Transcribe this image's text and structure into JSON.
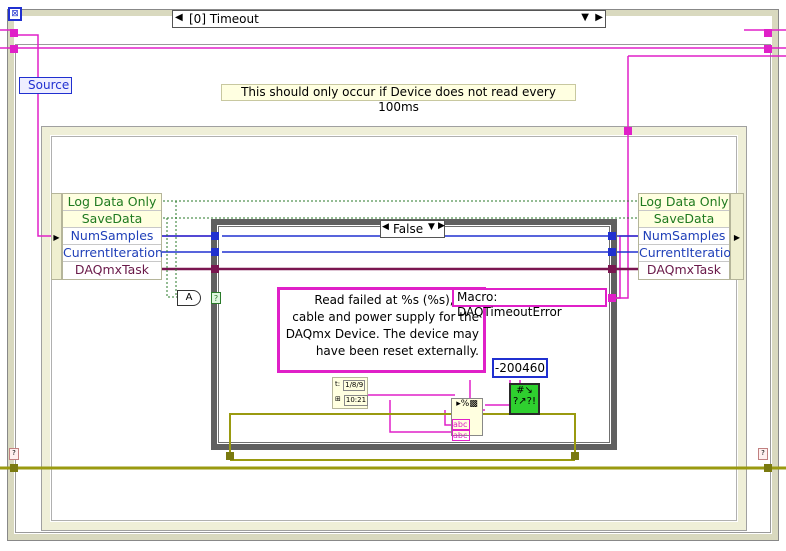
{
  "case_selector": {
    "value": "[0] Timeout"
  },
  "source_node": {
    "label": "Source"
  },
  "note": {
    "text": "This should only occur if Device does not read every 100ms"
  },
  "inner_case": {
    "value": "False"
  },
  "bundle_fields": [
    {
      "label": "Log Data Only",
      "color": "green"
    },
    {
      "label": "SaveData",
      "color": "green"
    },
    {
      "label": "NumSamples",
      "color": "blue"
    },
    {
      "label": "CurrentIteration",
      "color": "blue"
    },
    {
      "label": "DAQmxTask",
      "color": "purple"
    }
  ],
  "error_message": {
    "lines": [
      "Read failed at %s (%s), che",
      "cable and power supply for the",
      "DAQmx Device. The device may",
      "have been reset externally."
    ]
  },
  "macro": {
    "label": "Macro: DAQTimeoutError"
  },
  "error_code": {
    "value": "-200460"
  },
  "and_node": {
    "label": "A"
  },
  "time_node": {
    "rows": [
      "1/8/9",
      "10:21"
    ]
  },
  "format_node": {
    "outputs": [
      "abc",
      "abc"
    ]
  },
  "colors": {
    "pink_wire": "#e020c8",
    "blue_wire": "#2030d0",
    "purple_wire": "#7a1650",
    "green_wire": "#2a7a2a",
    "error_wire": "#9a9a10",
    "case_frame": "#d8d8b8"
  }
}
